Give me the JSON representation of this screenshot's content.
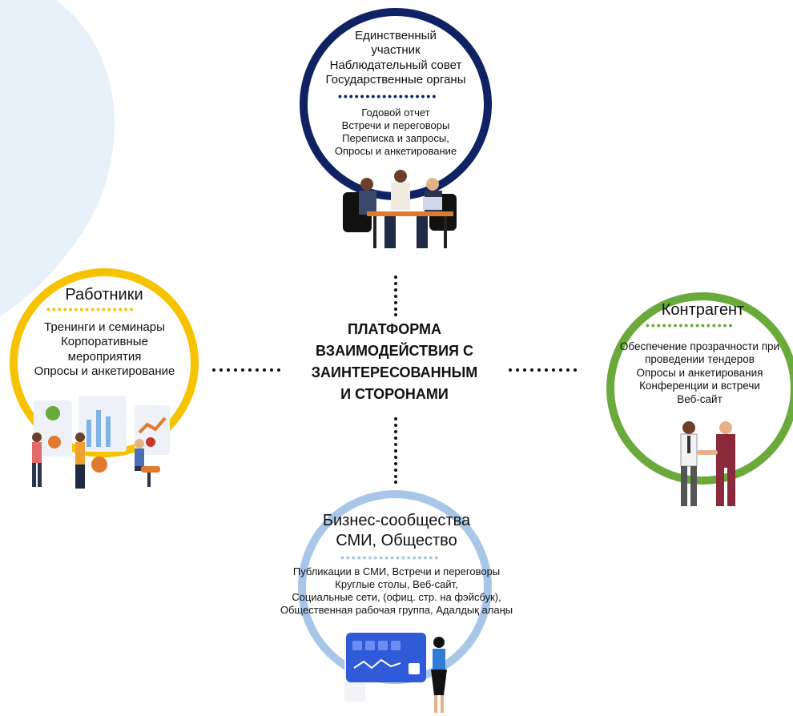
{
  "center": {
    "title_lines": [
      "ПЛАТФОРМА",
      "ВЗАИМОДЕЙСТВИЯ С",
      "ЗАИНТЕРЕСОВАННЫМ",
      "И СТОРОНАМИ"
    ]
  },
  "top": {
    "groups": [
      "Единственный",
      "участник",
      "Наблюдательный совет",
      "Государственные органы"
    ],
    "methods": [
      "Годовой отчет",
      "Встречи и переговоры",
      "Переписка и запросы,",
      "Опросы и анкетирование"
    ]
  },
  "left": {
    "title": "Работники",
    "methods": [
      "Тренинги и семинары",
      "Корпоративные",
      "мероприятия",
      "Опросы и анкетирование"
    ]
  },
  "right": {
    "title": "Контрагент",
    "methods": [
      "Обеспечение прозрачности при",
      "проведении тендеров",
      "Опросы и анкетирования",
      "Конференции и встречи",
      "Веб-сайт"
    ]
  },
  "bottom": {
    "title_lines": [
      "Бизнес-сообщества",
      "СМИ, Общество"
    ],
    "methods": [
      "Публикации в СМИ, Встречи и переговоры",
      "Круглые столы, Веб-сайт,",
      "Социальные сети, (офиц. стр. на фэйсбук),",
      "Общественная рабочая группа, Адалдық алаңы"
    ]
  },
  "colors": {
    "top_ring": "#0f2263",
    "left_ring": "#f7c300",
    "right_ring": "#6aaa3a",
    "bottom_ring": "#a8c6e8",
    "background_arc": "#e8f1fa"
  }
}
